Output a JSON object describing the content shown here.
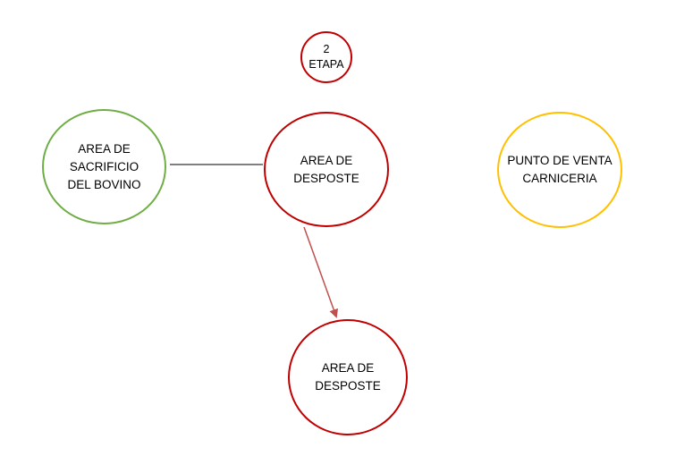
{
  "diagram": {
    "stage": {
      "label": "2\nETAPA",
      "color": "#c00000"
    },
    "nodes": {
      "sacrificio": {
        "label": "AREA DE\nSACRIFICIO\nDEL BOVINO",
        "color": "#70ad47"
      },
      "desposte_1": {
        "label": "AREA DE\nDESPOSTE",
        "color": "#c00000"
      },
      "venta": {
        "label": "PUNTO DE VENTA\nCARNICERIA",
        "color": "#ffc000"
      },
      "desposte_2": {
        "label": "AREA DE\nDESPOSTE",
        "color": "#c00000"
      }
    },
    "edges": [
      {
        "from": "sacrificio",
        "to": "desposte_1",
        "style": "line",
        "color": "#000000"
      },
      {
        "from": "desposte_1",
        "to": "desposte_2",
        "style": "arrow",
        "color": "#c0504d"
      }
    ]
  }
}
